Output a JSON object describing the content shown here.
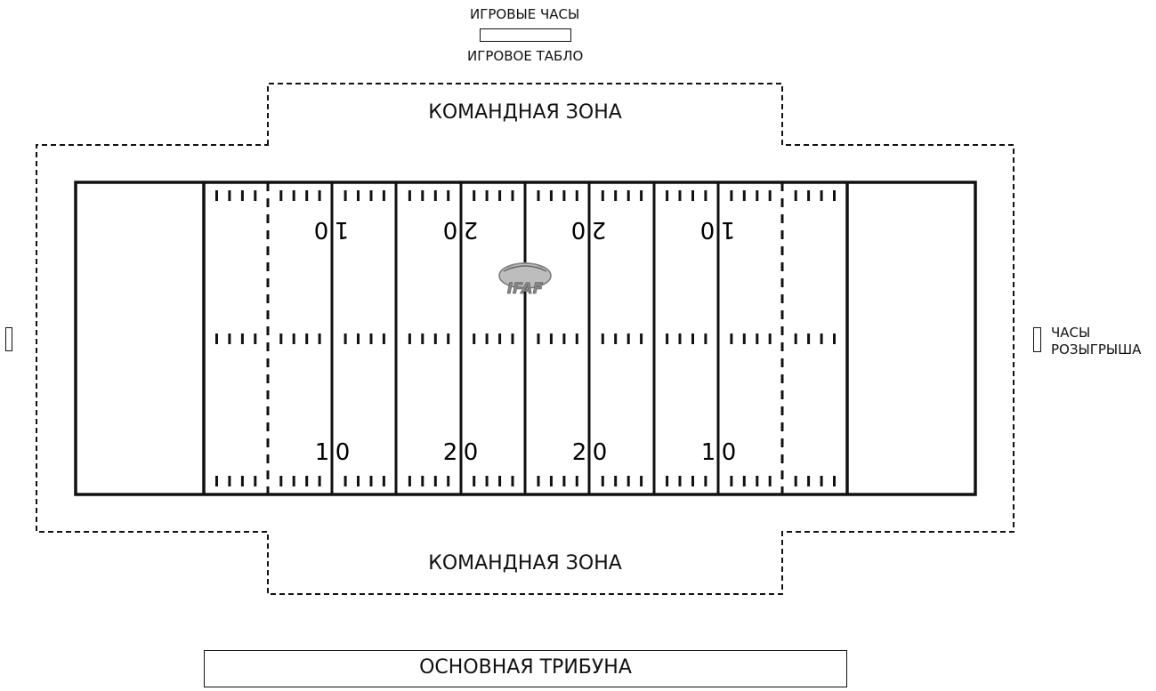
{
  "game_clock": {
    "label": "ИГРОВЫЕ ЧАСЫ"
  },
  "scoreboard": {
    "label": "ИГРОВОЕ ТАБЛО"
  },
  "team_zone_top": {
    "label": "КОМАНДНАЯ ЗОНА"
  },
  "team_zone_bottom": {
    "label": "КОМАНДНАЯ ЗОНА"
  },
  "play_clock": {
    "line1": "ЧАСЫ",
    "line2": "РОЗЫГРЫША"
  },
  "main_stand": {
    "label": "ОСНОВНАЯ ТРИБУНА"
  },
  "field": {
    "logo_text": "IFAF",
    "yard_numbers": [
      {
        "digit_a": "1",
        "digit_b": "0"
      },
      {
        "digit_a": "2",
        "digit_b": "0"
      },
      {
        "digit_a": "2",
        "digit_b": "0"
      },
      {
        "digit_a": "1",
        "digit_b": "0"
      }
    ]
  }
}
